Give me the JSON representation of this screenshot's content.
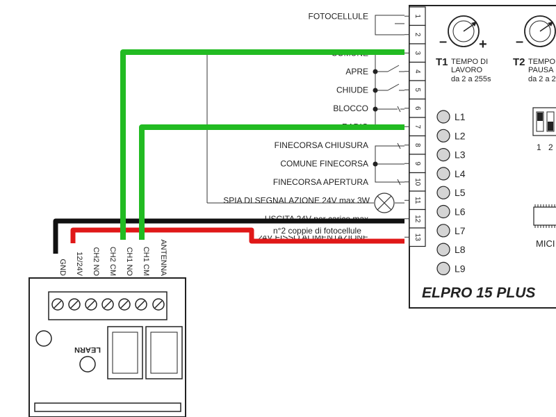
{
  "left_terminals": [
    {
      "label": "FOTOCELLULE",
      "num": "1"
    },
    {
      "label": "",
      "num": "2"
    },
    {
      "label": "COMUNE",
      "num": "3"
    },
    {
      "label": "APRE",
      "num": "4"
    },
    {
      "label": "CHIUDE",
      "num": "5"
    },
    {
      "label": "BLOCCO",
      "num": "6"
    },
    {
      "label": "RADIO",
      "num": "7"
    },
    {
      "label": "FINECORSA CHIUSURA",
      "num": "8"
    },
    {
      "label": "COMUNE FINECORSA",
      "num": "9"
    },
    {
      "label": "FINECORSA APERTURA",
      "num": "10"
    },
    {
      "label": "SPIA DI SEGNALAZIONE 24V max 3W",
      "num": "11"
    },
    {
      "label": "USCITA 24V per carico max",
      "num": "12"
    },
    {
      "label": "24V FISSO ALIMENTAZIONE",
      "num": "13"
    }
  ],
  "overlay_note": "n°2 coppie di fotocellule",
  "board": {
    "name": "ELPRO 15 PLUS",
    "t1": {
      "code": "T1",
      "line1": "TEMPO DI",
      "line2": "LAVORO",
      "range": "da 2 a 255s"
    },
    "t2": {
      "code": "T2",
      "line1": "TEMPO",
      "line2": "PAUSA",
      "range": "da 2 a 2"
    },
    "minus": "–",
    "plus": "+",
    "leds": [
      "L1",
      "L2",
      "L3",
      "L4",
      "L5",
      "L6",
      "L7",
      "L8",
      "L9"
    ],
    "dip_labels": [
      "1",
      "2"
    ],
    "micro_label": "MICI"
  },
  "receiver": {
    "terminals": [
      "GND",
      "12/24V",
      "CH2 NO",
      "CH2 CM",
      "CH1 NO",
      "CH1 CM",
      "ANTENNA"
    ],
    "learn_label": "LEARN"
  },
  "wire_colors": {
    "black": "#111111",
    "red": "#e01818",
    "green": "#22bb22"
  }
}
